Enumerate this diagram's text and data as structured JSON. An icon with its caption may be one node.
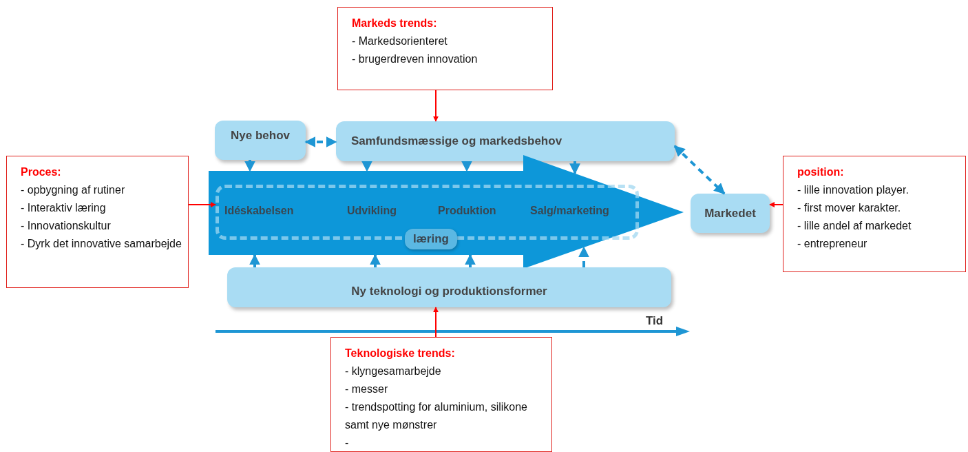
{
  "diagram": {
    "nodes": [
      {
        "text": [
          "Markeds trends:",
          "- Markedsorienteret",
          "- brugerdreven innovation"
        ]
      },
      {
        "text": [
          "Proces:",
          "- opbygning af rutiner",
          "- Interaktiv læring",
          "- Innovationskultur",
          "- Dyrk det innovative samarbejde"
        ]
      },
      {
        "text": [
          "position:",
          "- lille innovation player.",
          "- first mover karakter.",
          "- lille andel af markedet",
          "- entrepreneur"
        ]
      },
      {
        "text": [
          "Teknologiske trends:",
          "- klyngesamarbejde",
          "- messer",
          "- trendspotting for aluminium, silikone samt nye mønstrer",
          "-"
        ]
      },
      {
        "text": [
          "Nye behov"
        ]
      },
      {
        "text": [
          "Samfundsmæssige og markedsbehov"
        ]
      },
      {
        "text": [],
        "shape": "arrow"
      },
      {
        "text": [
          "Idéskabelsen",
          "Udvikling",
          "Produktion",
          "Salg/marketing"
        ],
        "in": 6
      },
      {
        "text": [
          "læring"
        ],
        "in": 6
      },
      {
        "text": [
          "Ny teknologi og produktionsformer"
        ]
      },
      {
        "text": [
          "Markedet"
        ]
      }
    ],
    "edges": [
      {
        "from": 0,
        "to": 5,
        "arrow": "to",
        "color": "#ff0000"
      },
      {
        "from": 1,
        "to": 7,
        "arrow": "to",
        "color": "#ff0000"
      },
      {
        "from": 2,
        "to": 10,
        "arrow": "to",
        "color": "#ff0000"
      },
      {
        "from": 3,
        "to": 9,
        "arrow": "to",
        "color": "#ff0000"
      },
      {
        "from": 4,
        "to": 5,
        "arrow": "both",
        "style": "dashed"
      },
      {
        "from": 5,
        "to": 10,
        "arrow": "both",
        "style": "dashed"
      },
      {
        "from": 4,
        "to": 6,
        "arrow": "to",
        "style": "dashed"
      },
      {
        "from": 5,
        "to": 6,
        "arrow": "to",
        "style": "dashed"
      },
      {
        "from": 5,
        "to": 6,
        "arrow": "to",
        "style": "dashed"
      },
      {
        "from": 5,
        "to": 6,
        "arrow": "to",
        "style": "dashed"
      },
      {
        "from": 9,
        "to": 6,
        "arrow": "to",
        "style": "dashed"
      },
      {
        "from": 9,
        "to": 6,
        "arrow": "to",
        "style": "dashed"
      },
      {
        "from": 9,
        "to": 6,
        "arrow": "to",
        "style": "dashed"
      },
      {
        "from": 9,
        "to": 6,
        "arrow": "to",
        "style": "dashed"
      }
    ],
    "labels": [
      "Tid"
    ]
  }
}
